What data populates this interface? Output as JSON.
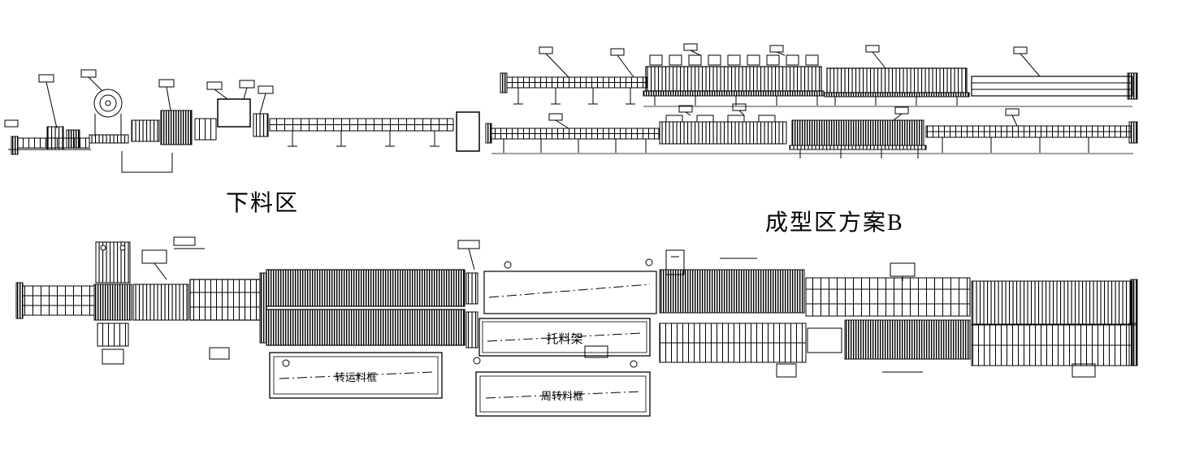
{
  "page": {
    "background": "#ffffff",
    "line_color": "#000000"
  },
  "labels": {
    "blanking_area": "下料区",
    "forming_area": "成型区方案B",
    "support_rack": "托料架",
    "transfer_frame": "转运料框",
    "turnover_frame": "周转料框"
  }
}
